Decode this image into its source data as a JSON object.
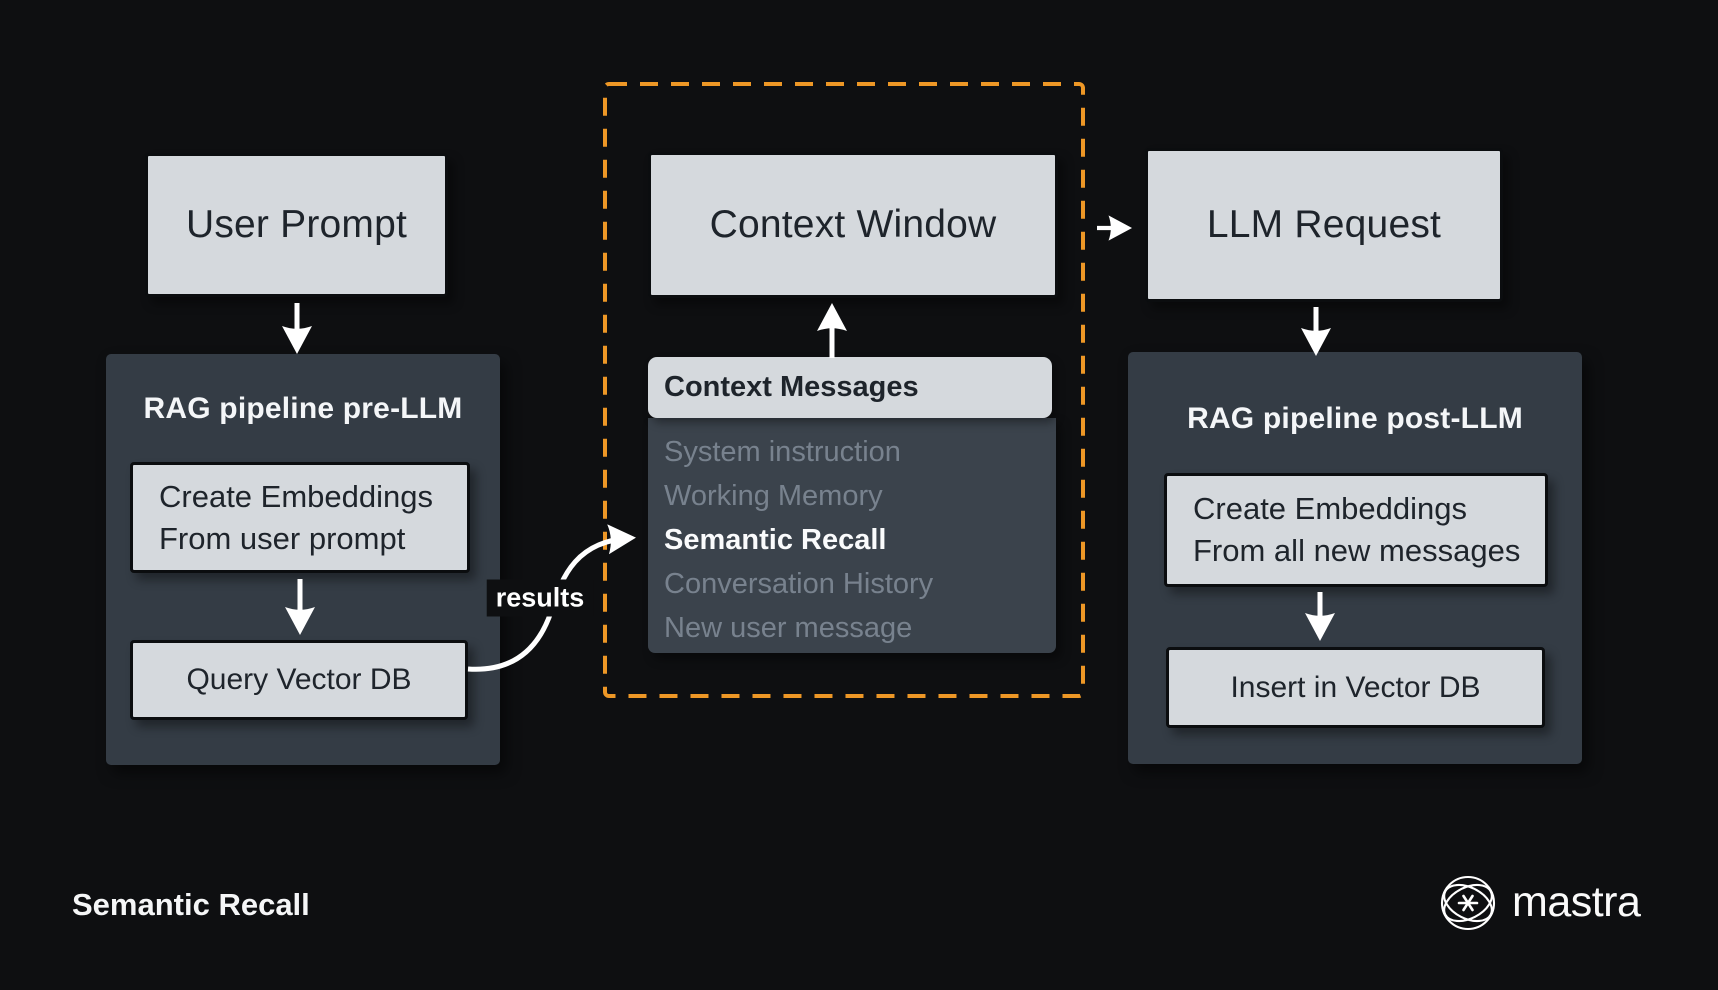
{
  "title": "Semantic Recall",
  "colors": {
    "background": "#0e0f11",
    "box_light": "#d5d9dd",
    "box_text": "#1e242b",
    "container_dark": "#343c45",
    "panel_dark": "#3b434c",
    "muted_text": "#78828e",
    "highlight_text": "#fafbfc",
    "accent_orange": "#ed9726",
    "arrow_white": "#ffffff"
  },
  "nodes": {
    "user_prompt": {
      "label": "User Prompt"
    },
    "context_window": {
      "label": "Context Window"
    },
    "llm_request": {
      "label": "LLM Request"
    }
  },
  "pre_pipeline": {
    "title": "RAG pipeline pre-LLM",
    "step1_line1": "Create Embeddings",
    "step1_line2": "From user prompt",
    "step2": "Query Vector DB"
  },
  "context_panel": {
    "header": "Context Messages",
    "items": [
      {
        "label": "System instruction",
        "highlighted": false
      },
      {
        "label": "Working Memory",
        "highlighted": false
      },
      {
        "label": "Semantic Recall",
        "highlighted": true
      },
      {
        "label": "Conversation History",
        "highlighted": false
      },
      {
        "label": "New user message",
        "highlighted": false
      }
    ]
  },
  "post_pipeline": {
    "title": "RAG pipeline post-LLM",
    "step1_line1": "Create Embeddings",
    "step1_line2": "From all new messages",
    "step2": "Insert in Vector DB"
  },
  "edges": {
    "results_label": "results"
  },
  "footer": {
    "caption": "Semantic Recall",
    "brand": "mastra"
  }
}
